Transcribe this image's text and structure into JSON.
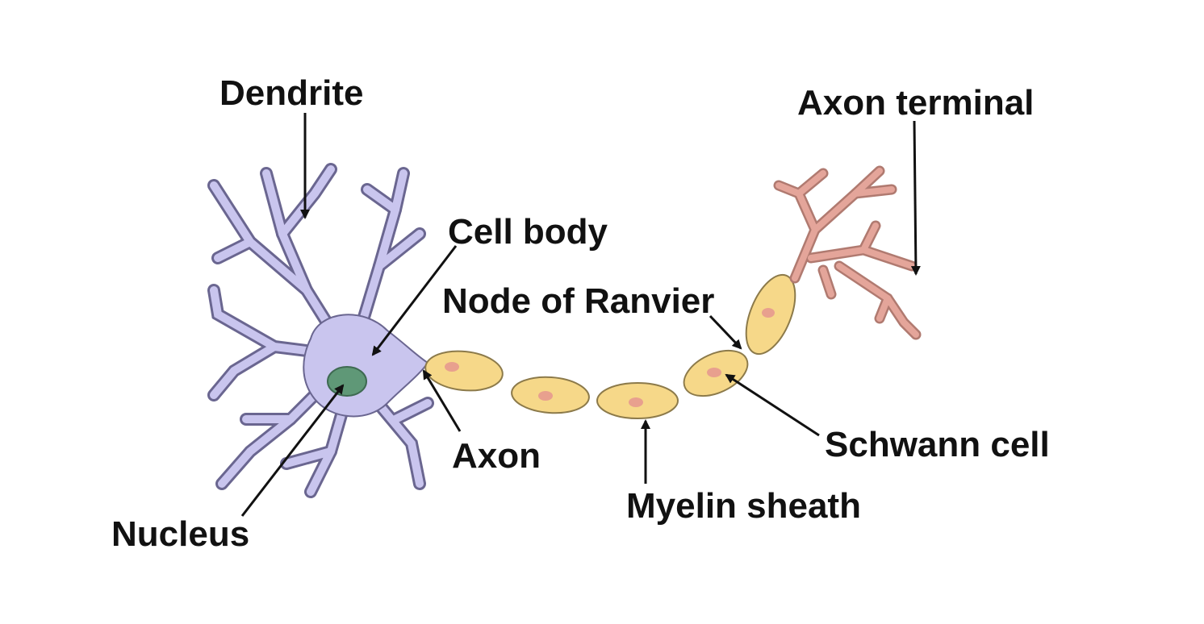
{
  "labels": {
    "dendrite": "Dendrite",
    "axon_terminal": "Axon terminal",
    "cell_body": "Cell body",
    "node_of_ranvier": "Node of Ranvier",
    "schwann_cell": "Schwann cell",
    "axon": "Axon",
    "myelin_sheath": "Myelin sheath",
    "nucleus": "Nucleus"
  },
  "colors": {
    "cell_body": "#c9c5ee",
    "cell_outline": "#6a6690",
    "nucleus": "#5f9877",
    "myelin": "#f6d889",
    "myelin_outline": "#8c7a4a",
    "schwann_nucleus": "#e8a08e",
    "axon_terminal": "#e4a59a",
    "text": "#111111"
  }
}
